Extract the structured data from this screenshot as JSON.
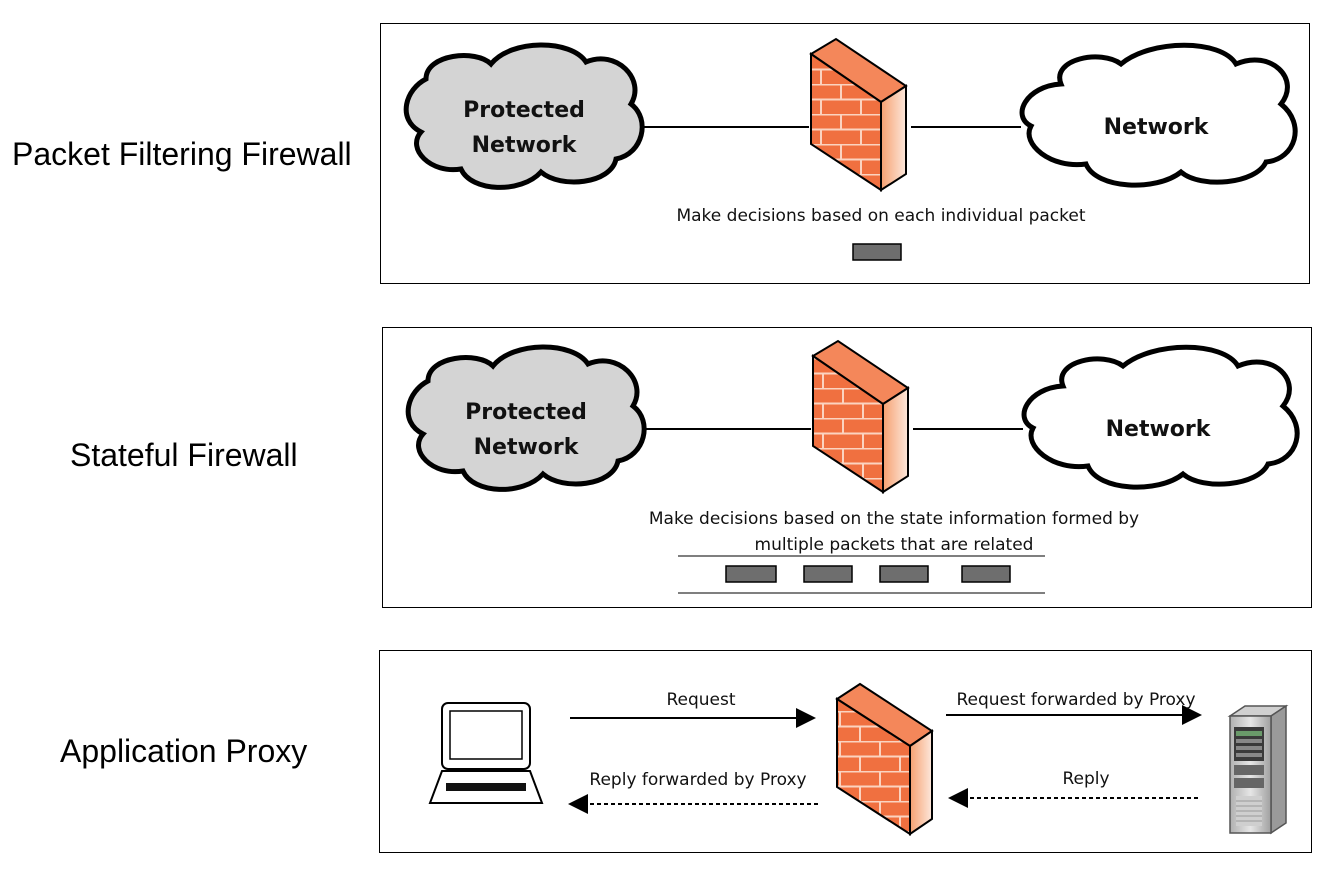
{
  "rows": [
    {
      "label": "Packet Filtering Firewall",
      "left_cloud": {
        "line1": "Protected",
        "line2": "Network"
      },
      "right_cloud": {
        "label": "Network"
      },
      "caption": {
        "line1": "Make decisions based on each individual packet"
      },
      "packet_count": 1
    },
    {
      "label": "Stateful Firewall",
      "left_cloud": {
        "line1": "Protected",
        "line2": "Network"
      },
      "right_cloud": {
        "label": "Network"
      },
      "caption": {
        "line1": "Make decisions based on the state information formed by",
        "line2": "multiple packets that are related"
      },
      "packet_count": 4
    },
    {
      "label": "Application Proxy",
      "request": "Request",
      "request_forwarded": "Request forwarded by Proxy",
      "reply": "Reply",
      "reply_forwarded": "Reply forwarded by Proxy"
    }
  ],
  "colors": {
    "protected_cloud_fill": "#d4d4d4",
    "network_cloud_fill": "#ffffff",
    "firewall_brick": "#f07040",
    "packet_fill": "#6e6e6e"
  },
  "icons": [
    "cloud-icon",
    "firewall-icon",
    "packet-icon",
    "laptop-icon",
    "server-icon",
    "arrow-icon"
  ]
}
